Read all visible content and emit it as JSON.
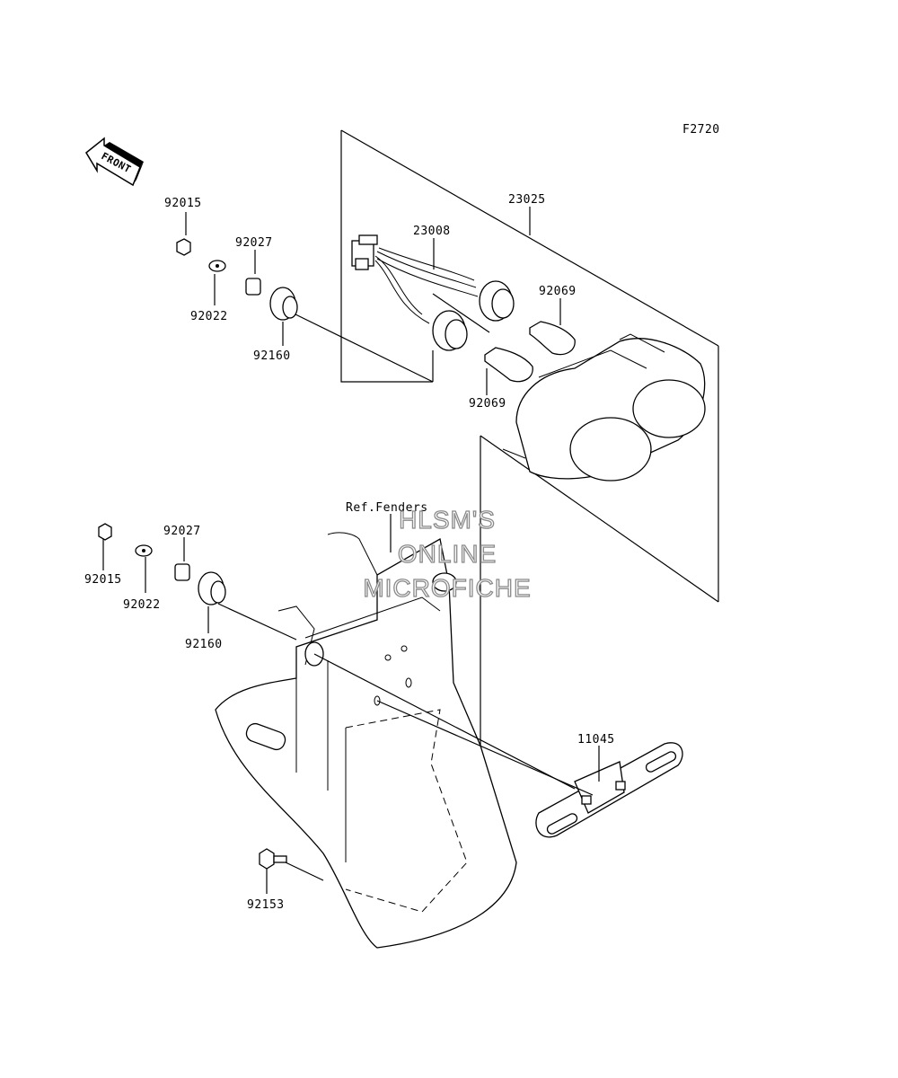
{
  "diagram": {
    "code": "F2720",
    "front_label": "FRONT",
    "ref_label": "Ref.Fenders",
    "watermark": [
      "HLSM'S",
      "ONLINE",
      "MICROFICHE"
    ],
    "parts": {
      "p92015_top": "92015",
      "p92022_top": "92022",
      "p92027_top": "92027",
      "p92160_top": "92160",
      "p23008": "23008",
      "p23025": "23025",
      "p92069_a": "92069",
      "p92069_b": "92069",
      "p92015_mid": "92015",
      "p92022_mid": "92022",
      "p92027_mid": "92027",
      "p92160_mid": "92160",
      "p11045": "11045",
      "p92153": "92153"
    }
  }
}
